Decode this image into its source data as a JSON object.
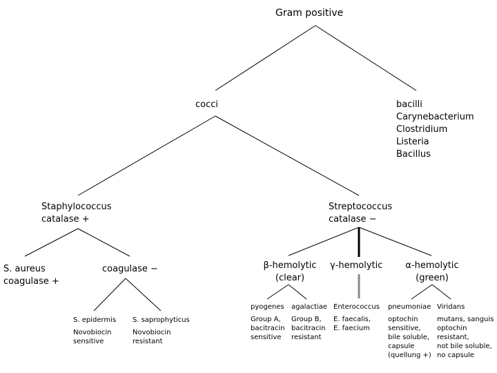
{
  "root": {
    "label": "Gram positive"
  },
  "cocci": {
    "label": "cocci"
  },
  "bacilli": {
    "lines": [
      "bacilli",
      "Carynebacterium",
      "Clostridium",
      "Listeria",
      "Bacillus"
    ]
  },
  "staphylococcus": {
    "lines": [
      "Staphylococcus",
      "catalase +"
    ]
  },
  "streptococcus": {
    "lines": [
      "Streptococcus",
      "catalase −"
    ]
  },
  "s_aureus": {
    "lines": [
      "S. aureus",
      "coagulase +"
    ]
  },
  "coagulase_neg": {
    "label": "coagulase −"
  },
  "s_epidermis": {
    "lines": [
      "S. epidermis",
      "Novobiocin",
      "sensitive"
    ]
  },
  "s_saprophyticus": {
    "lines": [
      "S. saprophyticus",
      "Novobiocin",
      "resistant"
    ]
  },
  "beta": {
    "lines": [
      "β-hemolytic",
      "(clear)"
    ]
  },
  "gamma": {
    "label": "γ-hemolytic"
  },
  "alpha": {
    "lines": [
      "α-hemolytic",
      "(green)"
    ]
  },
  "pyogenes": {
    "lines": [
      "pyogenes",
      "Group A,",
      "bacitracin",
      "sensitive"
    ]
  },
  "agalactiae": {
    "lines": [
      "agalactiae",
      "Group B,",
      "bacitracin",
      "resistant"
    ]
  },
  "enterococcus": {
    "lines": [
      "Enterococcus",
      "E. faecalis,",
      "E. faecium"
    ]
  },
  "pneumoniae": {
    "lines": [
      "pneumoniae",
      "optochin",
      "sensitive,",
      "bile soluble,",
      "capsule",
      "(quellung +)"
    ]
  },
  "viridans": {
    "lines": [
      "Viridans",
      "mutans, sanguis",
      "optochin",
      "resistant,",
      "not bile soluble,",
      "no capsule"
    ]
  }
}
